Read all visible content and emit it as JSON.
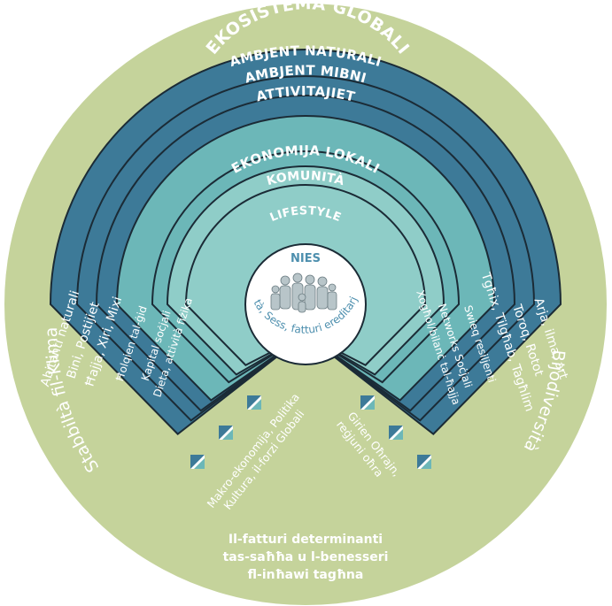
{
  "colors": {
    "globe": "#c5d39b",
    "dark_ring": "#3d7a98",
    "mid_ring": "#6cb7b8",
    "light_ring": "#8fcdc8",
    "stroke": "#1b2b36",
    "center": "#ffffff",
    "center_text": "#4d8fae"
  },
  "globe": {
    "title": "EKOSISTEMA GLOBALI",
    "left_label": "Stabbiltà fil-Klima",
    "right_label": "Bijodiversità",
    "footer_lines": [
      "Il-fatturi determinanti",
      "tas-saħħa u l-benesseri",
      "fl-inħawi tagħna"
    ]
  },
  "rings": [
    {
      "title": "AMBJENT NATURALI",
      "left": "Abitanti naturali",
      "right": "Arja, ilma, art"
    },
    {
      "title": "AMBJENT MIBNI",
      "left": "Bini, Postijiet",
      "right": "Toroq, Rotot"
    },
    {
      "title": "ATTIVITAJIET",
      "left": "Ħajja, Xiri, Mixi",
      "right": "Tgħix, Tilgħab, Tagħlim"
    },
    {
      "title": "EKONOMIJA LOKALI",
      "left": "Ħolqien tal-ġid",
      "right": "Swieq resiljenti"
    },
    {
      "title": "KOMUNITÀ",
      "left": "Kapital soċjali",
      "right": "Networks Soċjali"
    },
    {
      "title": "LIFESTYLE",
      "left": "Dieta, attività fiżika",
      "right": "Xogħol/bilanċ tal-ħajja"
    }
  ],
  "center": {
    "title": "NIES",
    "subtitle": "Età, Sess, fatturi ereditarji",
    "icon": "people-group-icon"
  },
  "slopes": {
    "left_lines": [
      "Makro-ekonomija, Politika",
      "Kultura, il-forzi Globali"
    ],
    "right_lines": [
      "Girien Oħrajn,",
      "reġjuni oħra"
    ],
    "arrow_icon": "diagonal-double-arrow-icon"
  }
}
